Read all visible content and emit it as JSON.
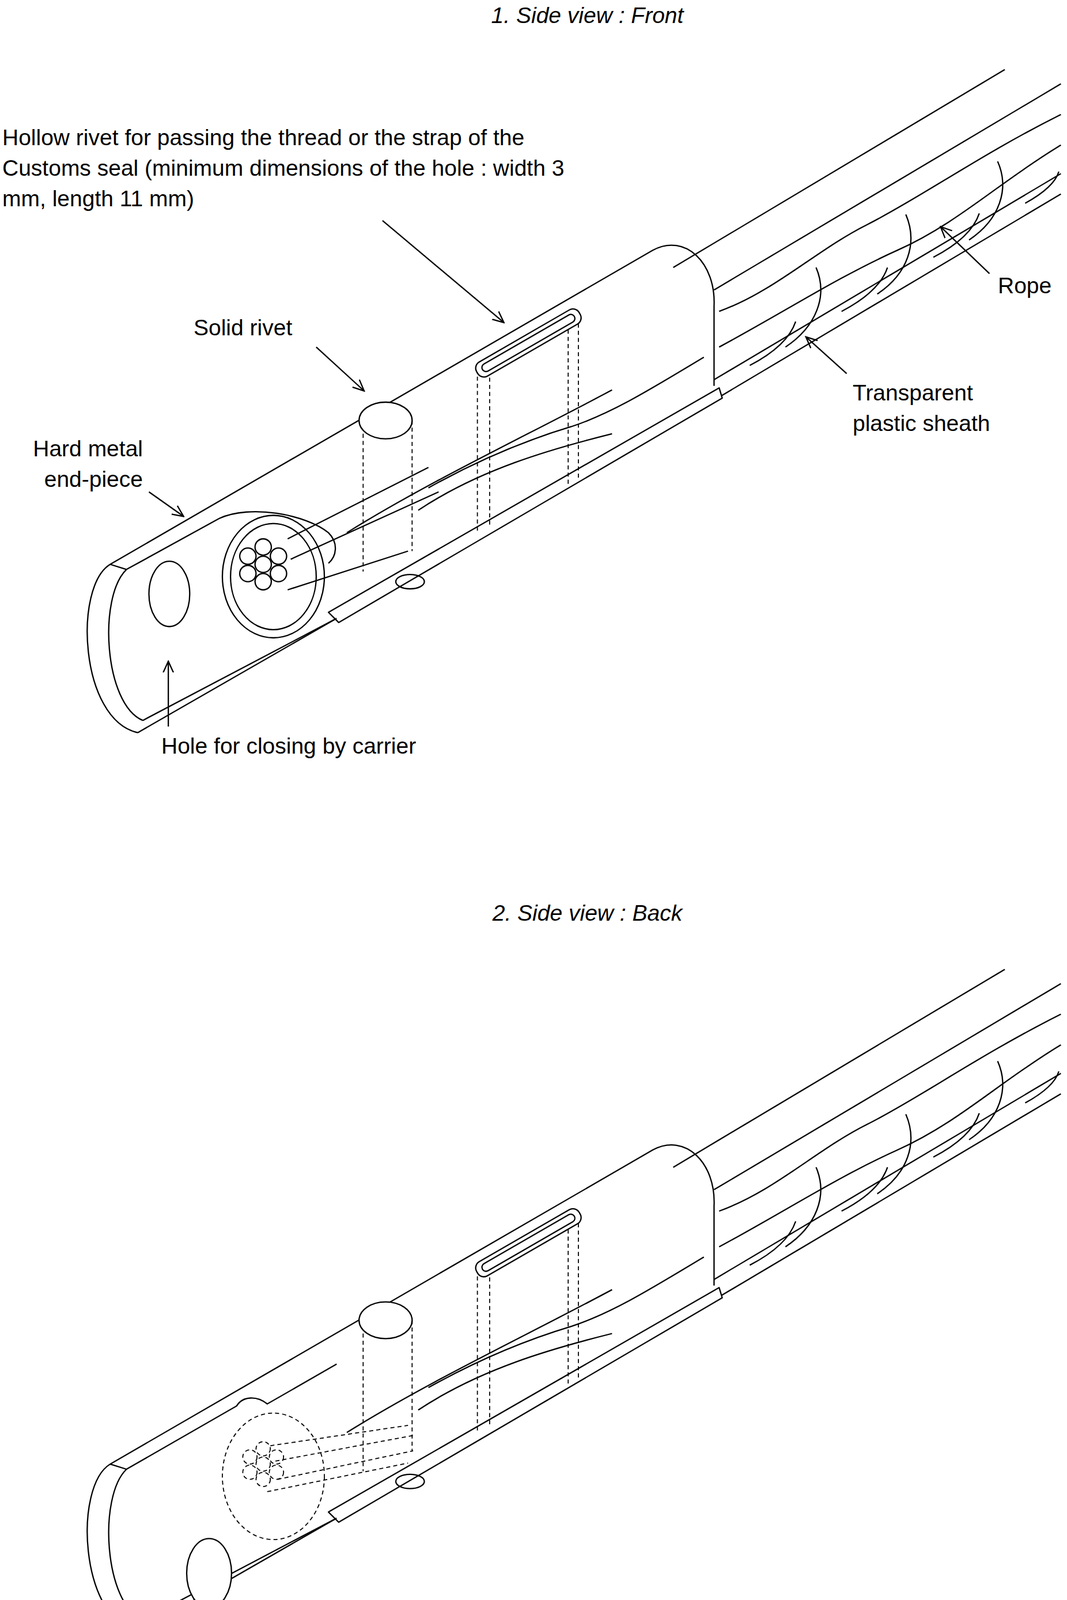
{
  "diagram": {
    "labels": [
      "1. Side view : Front",
      "Hollow rivet for passing the thread or the strap of the Customs seal (minimum dimensions of the hole : width 3 mm, length 11 mm)",
      "Solid rivet",
      "Hard metal end-piece",
      "Rope",
      "Transparent plastic sheath",
      "Hole for closing by carrier",
      "2. Side view : Back"
    ]
  }
}
